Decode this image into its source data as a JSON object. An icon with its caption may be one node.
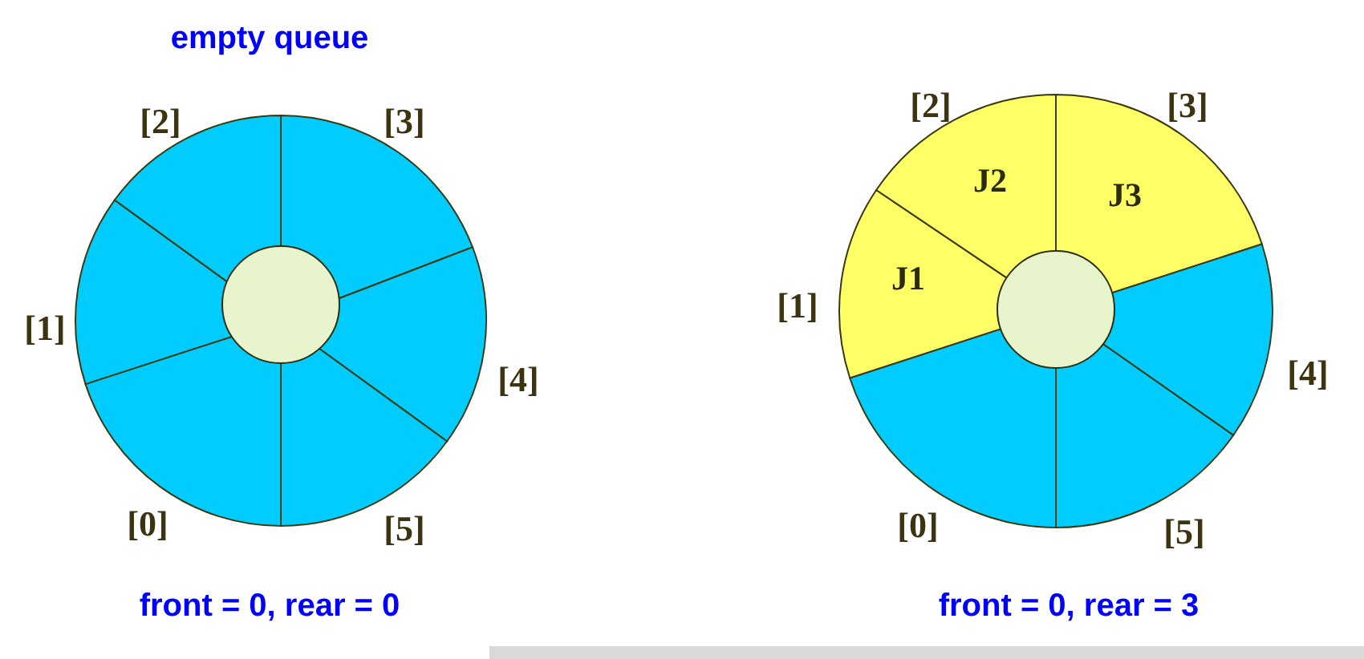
{
  "diagram": {
    "nodes": [
      {
        "text": [],
        "shape": "wedge",
        "beside": [
          "[0]"
        ]
      },
      {
        "text": [],
        "shape": "wedge",
        "beside": [
          "[1]"
        ]
      },
      {
        "text": [],
        "shape": "wedge",
        "beside": [
          "[2]"
        ]
      },
      {
        "text": [],
        "shape": "wedge",
        "beside": [
          "[3]"
        ]
      },
      {
        "text": [],
        "shape": "wedge",
        "beside": [
          "[4]"
        ]
      },
      {
        "text": [],
        "shape": "wedge",
        "beside": [
          "[5]"
        ]
      },
      {
        "text": [],
        "shape": "circle"
      },
      {
        "text": [],
        "shape": "wedge",
        "beside": [
          "[0]"
        ]
      },
      {
        "text": [
          "J1"
        ],
        "beside": [
          "[1]"
        ]
      },
      {
        "text": [
          "J2"
        ],
        "beside": [
          "[2]"
        ]
      },
      {
        "text": [
          "J3"
        ],
        "beside": [
          "[3]"
        ]
      },
      {
        "text": [],
        "shape": "wedge",
        "beside": [
          "[4]"
        ]
      },
      {
        "text": [],
        "shape": "wedge",
        "beside": [
          "[5]"
        ]
      },
      {
        "text": [],
        "shape": "circle"
      }
    ],
    "edges": [],
    "labels": [
      "empty queue",
      "front = 0, rear = 0",
      "front = 0, rear = 3"
    ]
  }
}
